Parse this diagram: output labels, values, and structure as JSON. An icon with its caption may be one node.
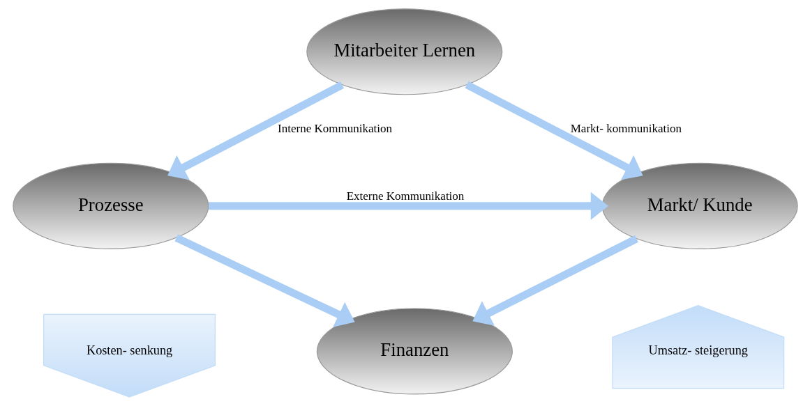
{
  "diagram": {
    "nodes": [
      {
        "text": [
          "Mitarbeiter Lernen"
        ]
      },
      {
        "text": [
          "Prozesse"
        ]
      },
      {
        "text": [
          "Markt/ Kunde"
        ]
      },
      {
        "text": [
          "Kosten- senkung"
        ]
      },
      {
        "text": [
          "Finanzen"
        ]
      },
      {
        "text": [
          "Umsatz- steigerung"
        ]
      }
    ],
    "edges": [
      {
        "from": 0,
        "to": 1,
        "arrow": "to",
        "label": "Interne Kommunikation"
      },
      {
        "from": 0,
        "to": 2,
        "arrow": "to",
        "label": "Markt- kommunikation"
      },
      {
        "from": 1,
        "to": 2,
        "arrow": "to",
        "label": "Externe Kommunikation"
      },
      {
        "from": 1,
        "to": 4,
        "arrow": "to"
      },
      {
        "from": 2,
        "to": 4,
        "arrow": "to"
      }
    ]
  }
}
